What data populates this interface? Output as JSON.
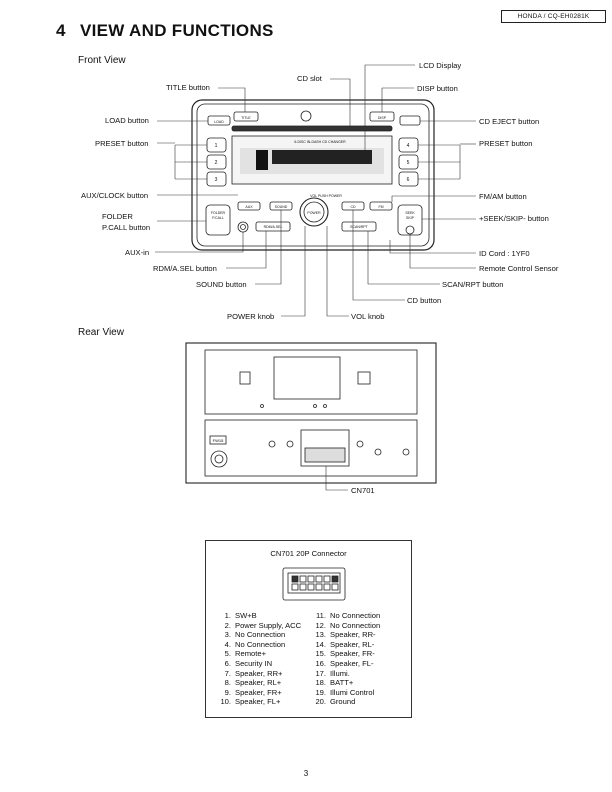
{
  "header": {
    "model": "HONDA / CQ-EH0281K"
  },
  "title": {
    "number": "4",
    "text": "VIEW AND FUNCTIONS"
  },
  "front_view": {
    "heading": "Front View",
    "labels": {
      "lcd_display": "LCD Display",
      "cd_slot": "CD slot",
      "title_button": "TITLE button",
      "disp_button": "DISP button",
      "load_button": "LOAD button",
      "cd_eject_button": "CD EJECT button",
      "preset_left": "PRESET button",
      "preset_right": "PRESET button",
      "aux_clock_button": "AUX/CLOCK button",
      "fm_am_button": "FM/AM button",
      "folder_line1": "FOLDER",
      "folder_line2": "P.CALL button",
      "seek_skip_button": "+SEEK/SKIP- button",
      "aux_in": "AUX-in",
      "id_cord": "ID Cord : 1YF0",
      "rdm_asel_button": "RDM/A.SEL button",
      "remote_sensor": "Remote Control Sensor",
      "sound_button": "SOUND button",
      "scan_rpt_button": "SCAN/RPT button",
      "cd_button": "CD button",
      "power_knob": "POWER knob",
      "vol_knob": "VOL knob"
    },
    "device_text": {
      "title": "TITLE",
      "load": "LOAD",
      "disp": "DISP",
      "power": "POWER",
      "fm": "FM",
      "cd": "CD",
      "aux": "AUX",
      "sound": "SOUND",
      "rdm": "RDM/A.SEL",
      "scan": "SCAN/RPT",
      "folder": "FOLDER",
      "pcall": "P.CALL",
      "seek": "SEEK",
      "skip": "SKIP",
      "changer": "6-DISC IN-DASH CD CHANGER",
      "vol_push_power": "VOL PUSH POWER",
      "preset_l": [
        "1",
        "2",
        "3"
      ],
      "preset_r": [
        "4",
        "5",
        "6"
      ]
    }
  },
  "rear_view": {
    "heading": "Rear View",
    "cn701_label": "CN701",
    "fuse_label": "FW15"
  },
  "connector": {
    "title": "CN701  20P Connector",
    "pins_left": [
      {
        "n": "1.",
        "t": "SW+B"
      },
      {
        "n": "2.",
        "t": "Power Supply, ACC"
      },
      {
        "n": "3.",
        "t": "No Connection"
      },
      {
        "n": "4.",
        "t": "No Connection"
      },
      {
        "n": "5.",
        "t": "Remote+"
      },
      {
        "n": "6.",
        "t": "Security IN"
      },
      {
        "n": "7.",
        "t": "Speaker, RR+"
      },
      {
        "n": "8.",
        "t": "Speaker, RL+"
      },
      {
        "n": "9.",
        "t": "Speaker, FR+"
      },
      {
        "n": "10.",
        "t": "Speaker, FL+"
      }
    ],
    "pins_right": [
      {
        "n": "11.",
        "t": "No Connection"
      },
      {
        "n": "12.",
        "t": "No Connection"
      },
      {
        "n": "13.",
        "t": "Speaker, RR-"
      },
      {
        "n": "14.",
        "t": "Speaker, RL-"
      },
      {
        "n": "15.",
        "t": "Speaker, FR-"
      },
      {
        "n": "16.",
        "t": "Speaker, FL-"
      },
      {
        "n": "17.",
        "t": "Illumi."
      },
      {
        "n": "18.",
        "t": "BATT+"
      },
      {
        "n": "19.",
        "t": "Illumi Control"
      },
      {
        "n": "20.",
        "t": "Ground"
      }
    ]
  },
  "page": {
    "number": "3"
  }
}
